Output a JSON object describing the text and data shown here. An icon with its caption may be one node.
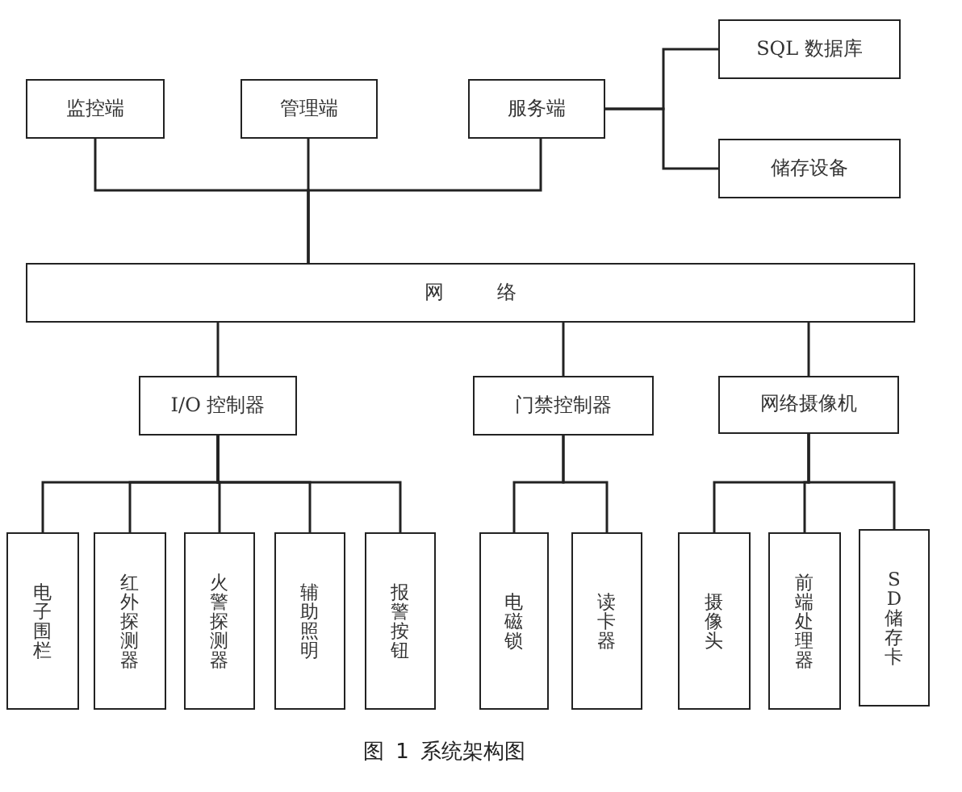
{
  "diagram": {
    "caption": "图 1 系统架构图",
    "nodes": [
      {
        "text": [
          "监控端"
        ]
      },
      {
        "text": [
          "管理端"
        ]
      },
      {
        "text": [
          "服务端"
        ]
      },
      {
        "text": [
          "SQL 数据库"
        ]
      },
      {
        "text": [
          "储存设备"
        ]
      },
      {
        "text": [
          "网络"
        ]
      },
      {
        "text": [
          "I/O 控制器"
        ]
      },
      {
        "text": [
          "门禁控制器"
        ]
      },
      {
        "text": [
          "网络摄像机"
        ]
      },
      {
        "text": [
          "电子围栏"
        ]
      },
      {
        "text": [
          "红外探测器"
        ]
      },
      {
        "text": [
          "火警探测器"
        ]
      },
      {
        "text": [
          "辅助照明"
        ]
      },
      {
        "text": [
          "报警按钮"
        ]
      },
      {
        "text": [
          "电磁锁"
        ]
      },
      {
        "text": [
          "读卡器"
        ]
      },
      {
        "text": [
          "摄像头"
        ]
      },
      {
        "text": [
          "前端处理器"
        ]
      },
      {
        "text": [
          "SD 储存卡"
        ]
      }
    ],
    "edges": [
      {
        "from": 0,
        "to": 5,
        "arrow": "none"
      },
      {
        "from": 1,
        "to": 5,
        "arrow": "none"
      },
      {
        "from": 2,
        "to": 5,
        "arrow": "none"
      },
      {
        "from": 2,
        "to": 3,
        "arrow": "none"
      },
      {
        "from": 2,
        "to": 4,
        "arrow": "none"
      },
      {
        "from": 5,
        "to": 6,
        "arrow": "none"
      },
      {
        "from": 5,
        "to": 7,
        "arrow": "none"
      },
      {
        "from": 5,
        "to": 8,
        "arrow": "none"
      },
      {
        "from": 6,
        "to": 9,
        "arrow": "none"
      },
      {
        "from": 6,
        "to": 10,
        "arrow": "none"
      },
      {
        "from": 6,
        "to": 11,
        "arrow": "none"
      },
      {
        "from": 6,
        "to": 12,
        "arrow": "none"
      },
      {
        "from": 6,
        "to": 13,
        "arrow": "none"
      },
      {
        "from": 7,
        "to": 14,
        "arrow": "none"
      },
      {
        "from": 7,
        "to": 15,
        "arrow": "none"
      },
      {
        "from": 8,
        "to": 16,
        "arrow": "none"
      },
      {
        "from": 8,
        "to": 17,
        "arrow": "none"
      },
      {
        "from": 8,
        "to": 18,
        "arrow": "none"
      }
    ]
  }
}
